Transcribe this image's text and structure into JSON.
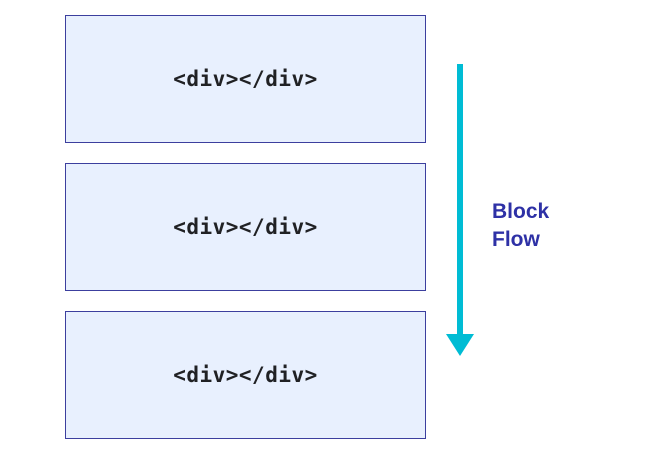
{
  "blocks": [
    {
      "label": "<div></div>"
    },
    {
      "label": "<div></div>"
    },
    {
      "label": "<div></div>"
    }
  ],
  "flow": {
    "line1": "Block",
    "line2": "Flow",
    "arrow_direction": "down",
    "arrow_color": "#00bcd4",
    "label_color": "#2e31a6"
  },
  "colors": {
    "block_fill": "#e8f0fe",
    "block_border": "#3c3f9e"
  }
}
